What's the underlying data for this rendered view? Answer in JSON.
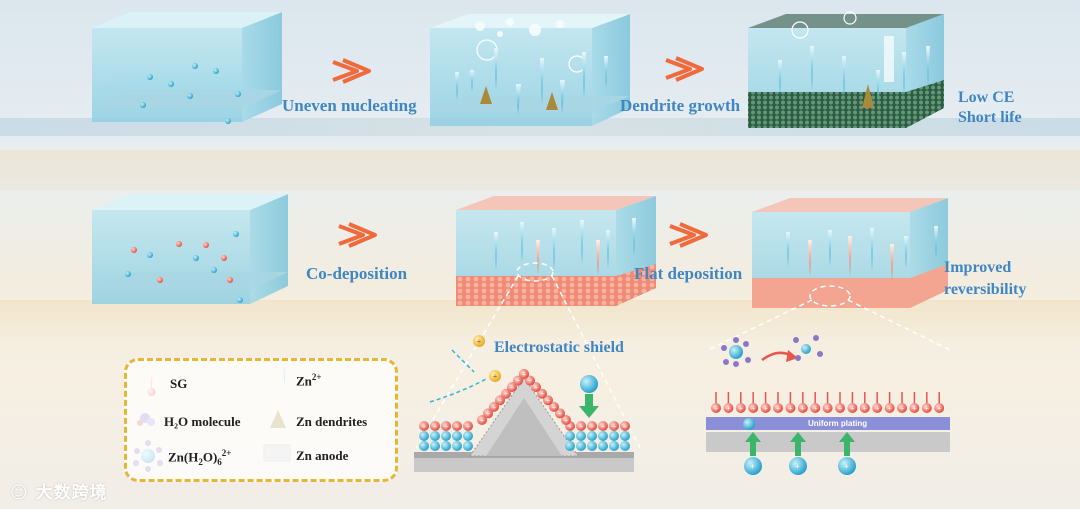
{
  "row1": {
    "step1": "Uneven nucleating",
    "step2": "Dendrite growth",
    "result_line1": "Low CE",
    "result_line2": "Short life"
  },
  "row2": {
    "step1": "Co-deposition",
    "step2": "Flat deposition",
    "result_line1": "Improved",
    "result_line2": "reversibility"
  },
  "inset_left": {
    "title": "Electrostatic shield"
  },
  "inset_right": {
    "plating_label": "Uniform plating"
  },
  "legend": {
    "sg": "SG",
    "zn_ion": "Zn",
    "zn_ion_charge": "2+",
    "water": "H₂O molecule",
    "dendrites": "Zn dendrites",
    "solvated_prefix": "Zn(H",
    "solvated_mid": "2",
    "solvated_suffix": "O)",
    "solvated_sub": "6",
    "solvated_charge": "2+",
    "anode": "Zn anode"
  },
  "watermark": "大数跨境",
  "colors": {
    "label_blue": "#3f86c3",
    "arrow_orange": "#f06a3c",
    "zn_cyan": "#2fb6d8",
    "sg_red": "#e8574b",
    "legend_border": "#e5b735"
  }
}
